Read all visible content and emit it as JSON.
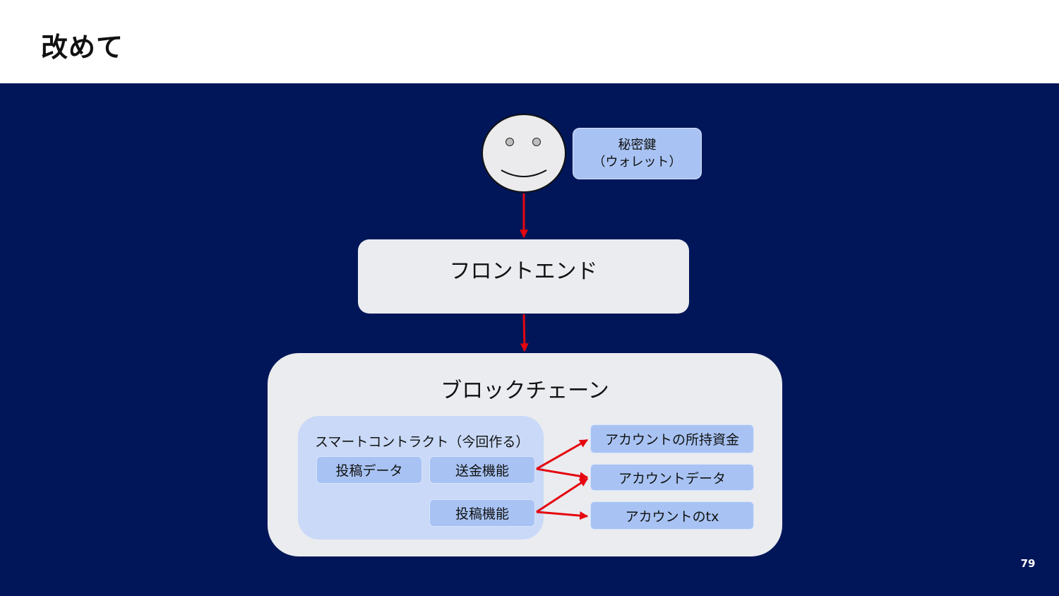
{
  "slide": {
    "title": "改めて",
    "page_number": "79"
  },
  "diagram": {
    "user": {
      "icon": "smiley-face-icon"
    },
    "wallet": {
      "line1": "秘密鍵",
      "line2": "（ウォレット）"
    },
    "frontend": {
      "label": "フロントエンド"
    },
    "blockchain": {
      "label": "ブロックチェーン",
      "contract": {
        "label": "スマートコントラクト（今回作る）",
        "items": [
          "投稿データ",
          "送金機能",
          "投稿機能"
        ]
      },
      "accounts": [
        "アカウントの所持資金",
        "アカウントデータ",
        "アカウントのtx"
      ]
    },
    "colors": {
      "background": "#001659",
      "arrow": "#e5060f",
      "box": "#a8c3f3",
      "panel": "#ebecf0"
    }
  }
}
